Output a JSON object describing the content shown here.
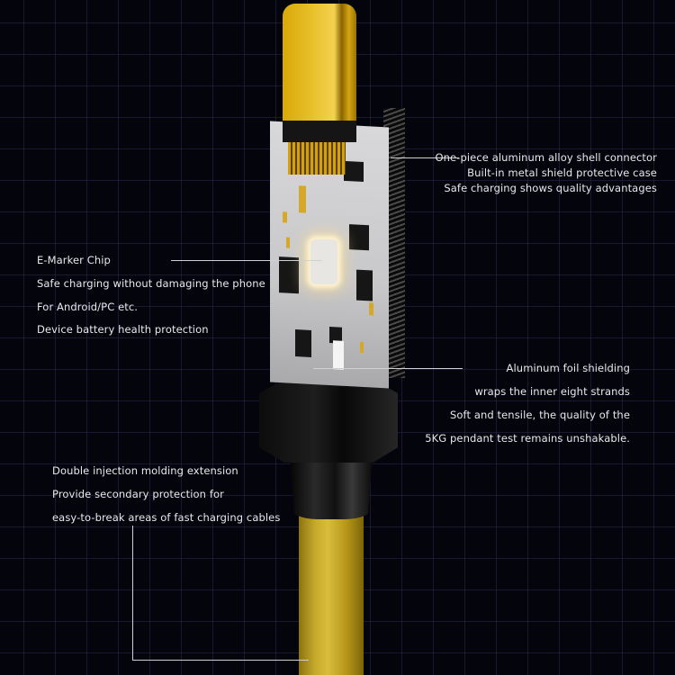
{
  "colors": {
    "background": "#04040c",
    "grid": "#282a4e",
    "text": "#e8e8ec",
    "leader_line": "#cfcfd4",
    "cable_yellow": "#c6a92a",
    "connector_gold": "#e8c02a"
  },
  "product": {
    "description": "USB-C cable connector cutaway illustration"
  },
  "callouts": {
    "connector_shell": {
      "lines": [
        "One-piece aluminum alloy shell connector",
        "Built-in metal shield protective case",
        "Safe charging shows quality advantages"
      ]
    },
    "emarker": {
      "lines": [
        "E-Marker Chip",
        "Safe charging without damaging the phone",
        "For Android/PC etc.",
        "Device battery health protection"
      ]
    },
    "foil_shielding": {
      "lines": [
        "Aluminum foil shielding",
        "wraps the inner eight strands",
        "Soft and tensile, the quality of the",
        "5KG pendant test remains unshakable."
      ]
    },
    "injection_molding": {
      "lines": [
        "Double injection molding extension",
        "Provide secondary protection for",
        "easy-to-break areas of fast charging cables"
      ]
    }
  }
}
